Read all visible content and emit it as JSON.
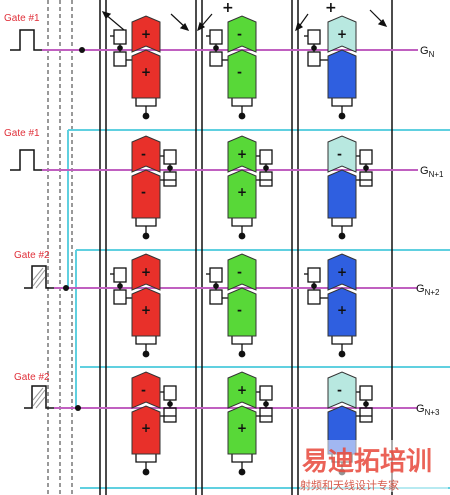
{
  "gates": [
    {
      "label": "Gate #1"
    },
    {
      "label": "Gate #1"
    },
    {
      "label": "Gate #2"
    },
    {
      "label": "Gate #2"
    }
  ],
  "rows": [
    {
      "main": "G",
      "sub": "N"
    },
    {
      "main": "G",
      "sub": "N+1"
    },
    {
      "main": "G",
      "sub": "N+2"
    },
    {
      "main": "G",
      "sub": "N+3"
    }
  ],
  "column_colors": {
    "red": "#e8302a",
    "green": "#58d838",
    "blue": "#2f5fe0",
    "light_blue": "#b8e8e0"
  },
  "line_colors": {
    "gate_line": "#c060c0",
    "data_line": "#60d0e0"
  },
  "top_signs": [
    "+",
    "+"
  ],
  "pixel_signs": {
    "red": [
      [
        "+",
        "+"
      ],
      [
        "-",
        "-"
      ],
      [
        "+",
        "+"
      ],
      [
        "-",
        "+"
      ]
    ],
    "green": [
      [
        "-",
        "-"
      ],
      [
        "+",
        "+"
      ],
      [
        "-",
        "-"
      ],
      [
        "+",
        "+"
      ]
    ],
    "blue": [
      [
        "+",
        ""
      ],
      [
        "-",
        ""
      ],
      [
        "+",
        "+"
      ],
      [
        "-",
        ""
      ]
    ]
  },
  "watermark": {
    "main": "易迪拓培训",
    "sub": "射频和天线设计专家"
  }
}
